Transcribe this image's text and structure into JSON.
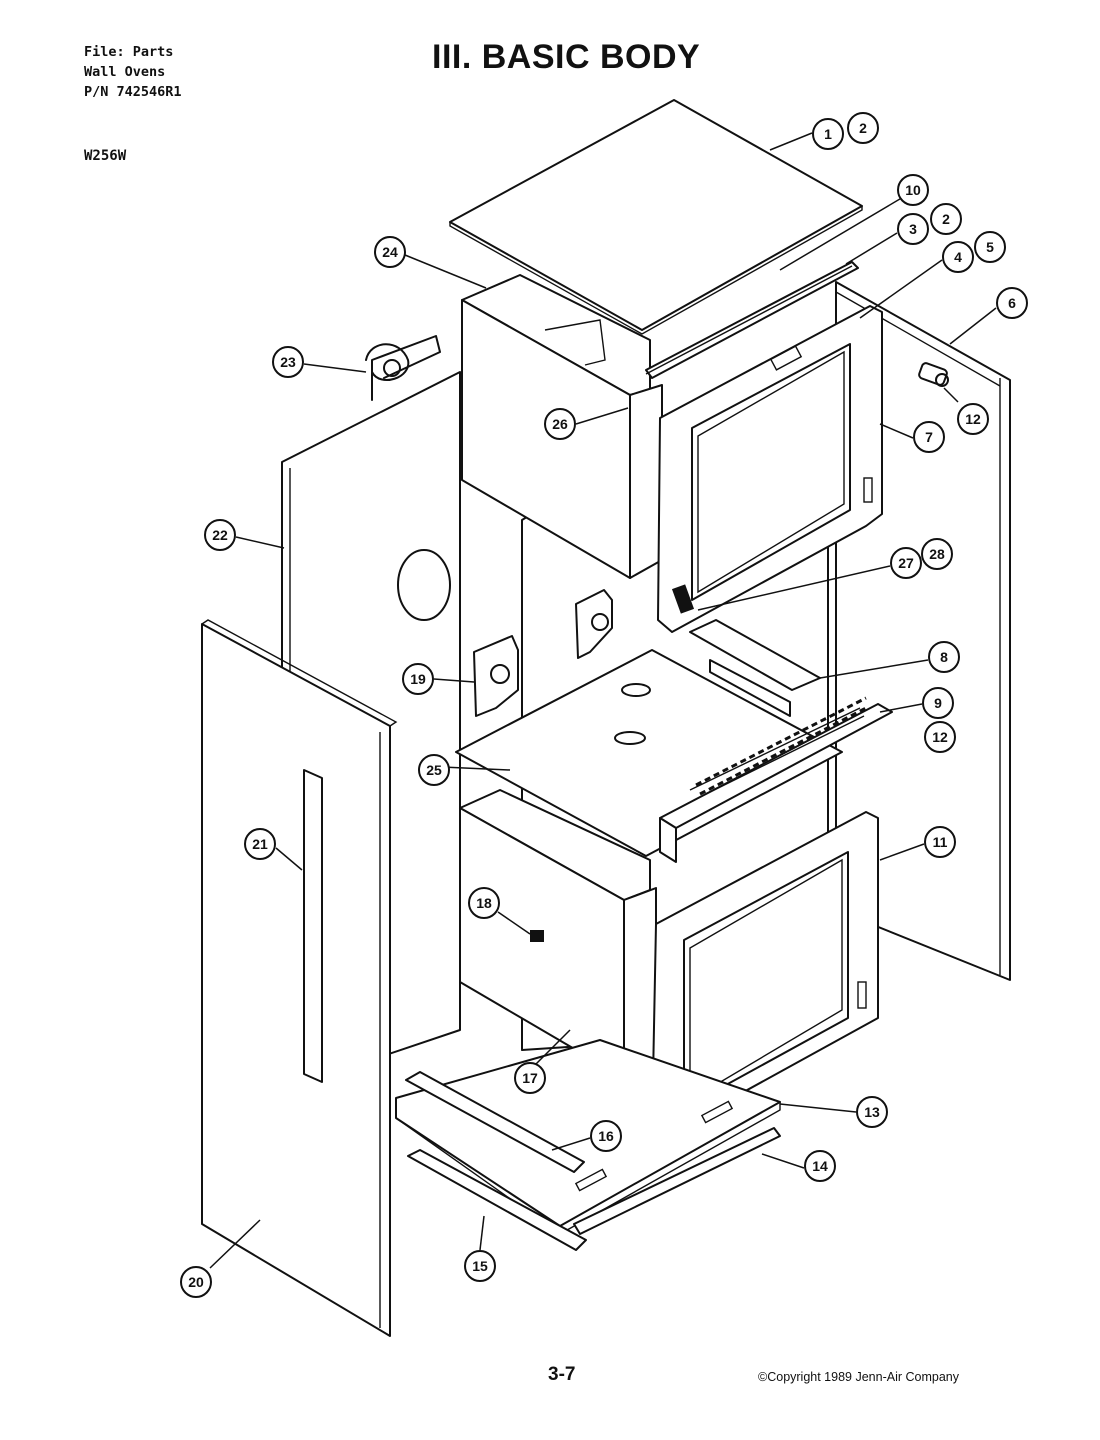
{
  "header": {
    "file_label": "File: Parts",
    "category": "Wall Ovens",
    "part_number": "P/N 742546R1",
    "model": "W256W"
  },
  "title": "III. BASIC BODY",
  "footer": {
    "page_number": "3-7",
    "copyright": "©Copyright 1989 Jenn-Air Company"
  },
  "callouts": [
    "1",
    "2",
    "2",
    "3",
    "4",
    "5",
    "6",
    "7",
    "8",
    "9",
    "10",
    "11",
    "12",
    "12",
    "13",
    "14",
    "15",
    "16",
    "17",
    "18",
    "19",
    "20",
    "21",
    "22",
    "23",
    "24",
    "25",
    "26",
    "27",
    "28"
  ]
}
